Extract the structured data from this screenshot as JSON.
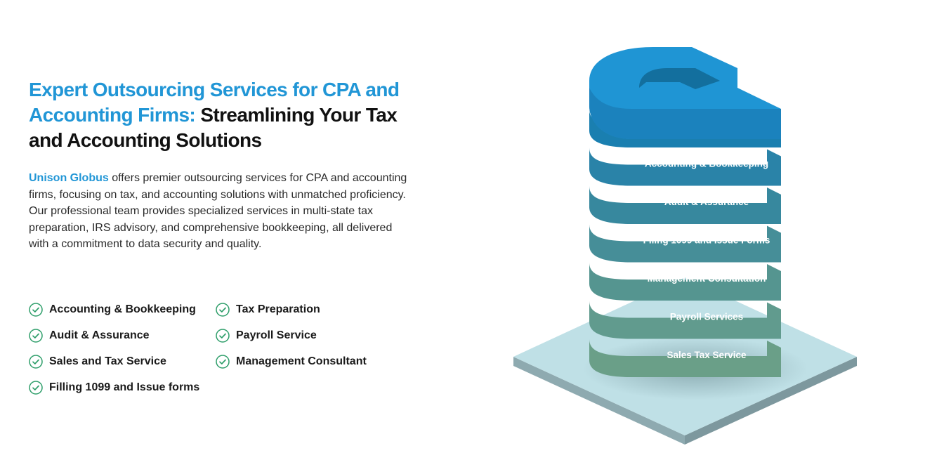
{
  "heading": {
    "highlight": "Expert Outsourcing Services for CPA and Accounting Firms:",
    "rest": " Streamlining Your Tax and Accounting Solutions"
  },
  "description": {
    "brand": "Unison Globus",
    "text": " offers premier outsourcing services for CPA and accounting firms, focusing on tax, and accounting solutions with unmatched proficiency. Our professional team provides specialized services in multi-state tax preparation, IRS advisory, and comprehensive bookkeeping, all delivered with a commitment to data security and quality."
  },
  "features": [
    "Accounting & Bookkeeping",
    "Tax Preparation",
    "Audit & Assurance",
    "Payroll Service",
    "Sales and Tax Service",
    "Management Consultant",
    "Filling 1099 and Issue forms"
  ],
  "stack": {
    "layers": [
      "Tax Preparation",
      "Accounting & Bookkeeping",
      "Audit & Assurance",
      "Filing 1099 and Issue Forms",
      "Management Consultation",
      "Payroll Services",
      "Sales Tax Service"
    ]
  },
  "colors": {
    "accent": "#2196d6",
    "check": "#2e9e6a",
    "layers": [
      "#1a7fb0",
      "#2a83a8",
      "#37889e",
      "#468e98",
      "#559590",
      "#619b8e",
      "#6a9f88"
    ],
    "layer_rims": [
      "#3ea4d9",
      "#4aa9d6",
      "#58b1cf",
      "#68bcc8",
      "#78c6be",
      "#86d0b8",
      "#92d9b4"
    ],
    "base_top": "#bfe0e6",
    "base_side": "#8eaab0"
  }
}
